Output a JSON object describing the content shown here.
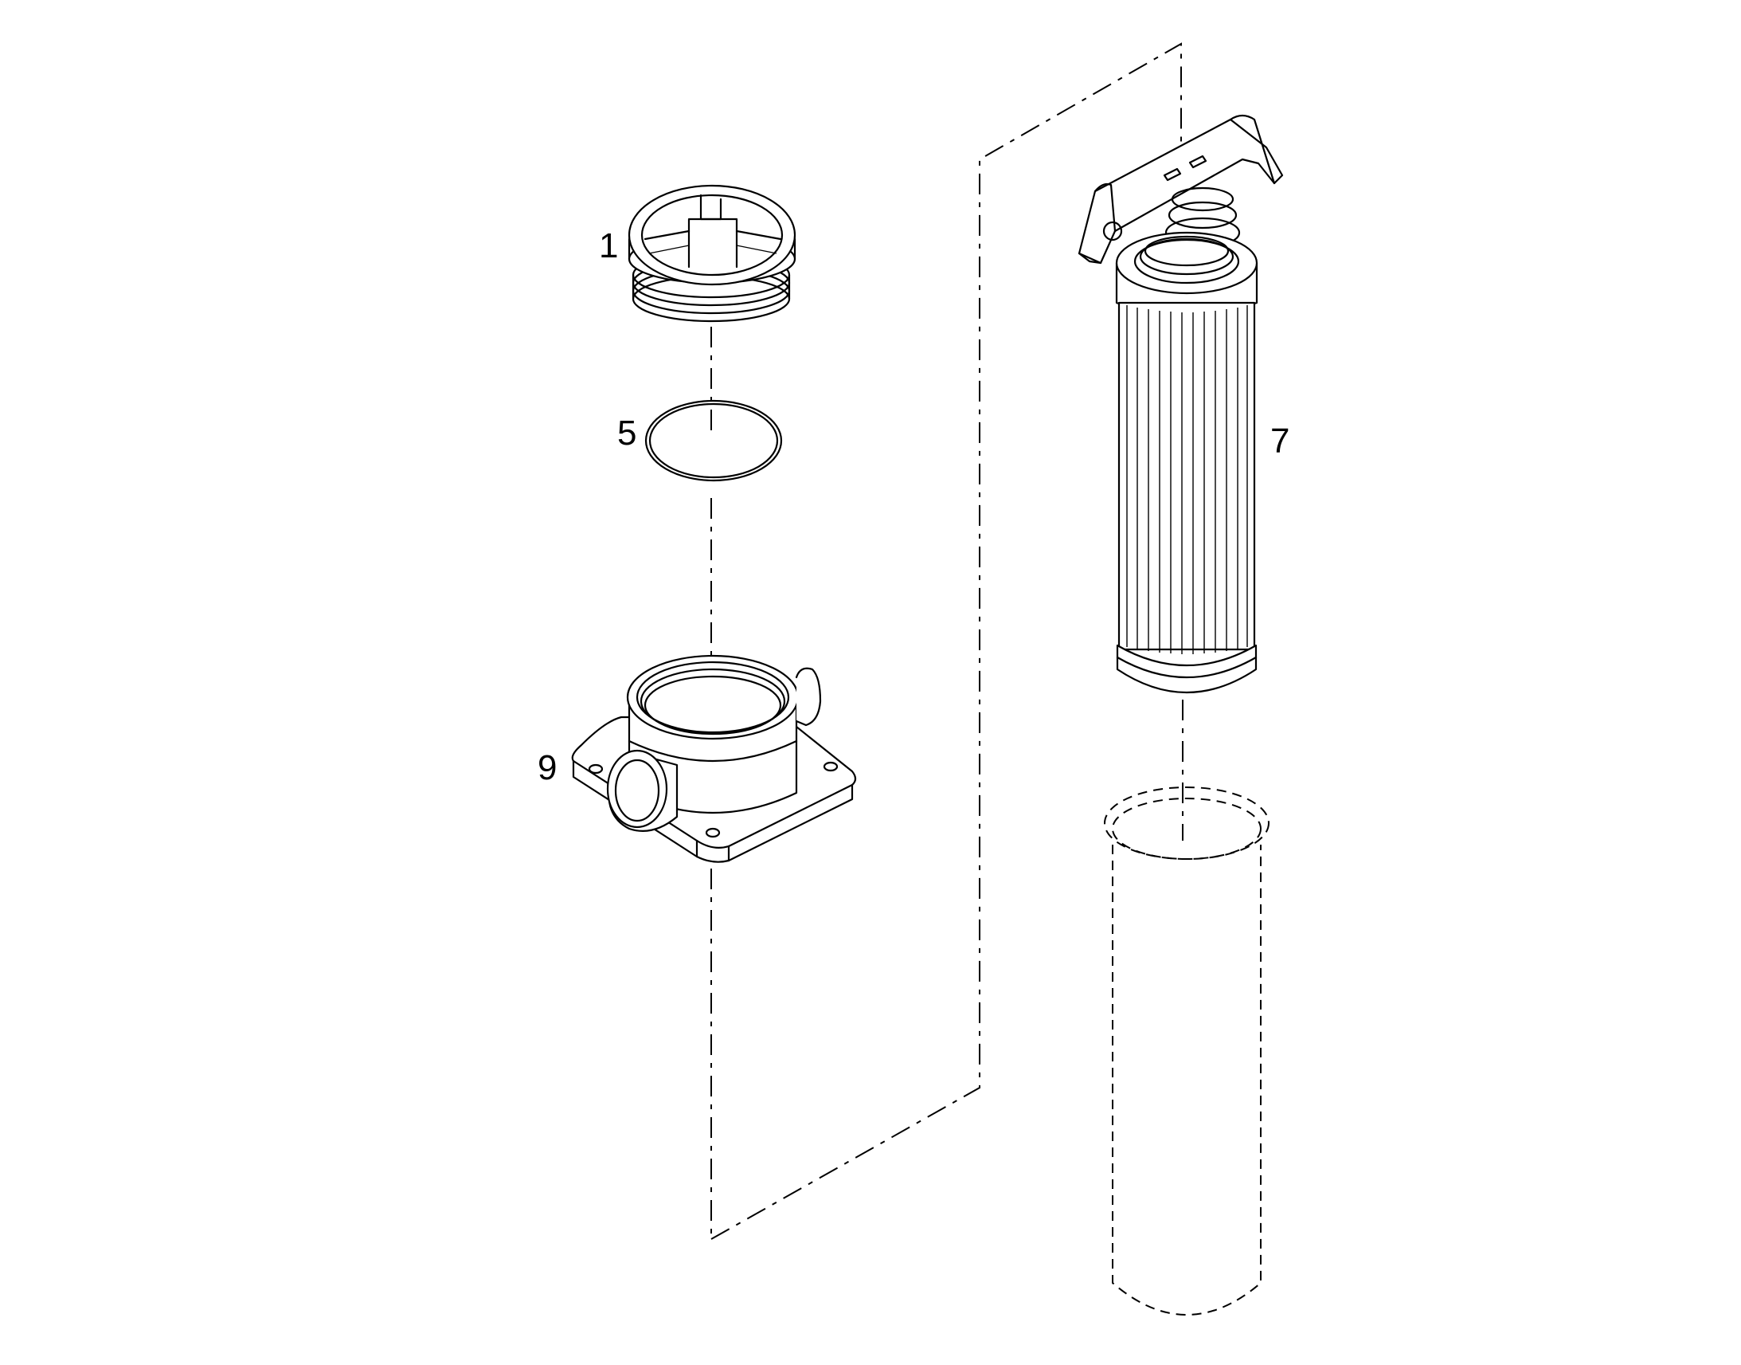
{
  "labels": {
    "part_1": "1",
    "part_5": "5",
    "part_7": "7",
    "part_9": "9"
  },
  "parts": [
    {
      "number": "1",
      "item": "cap"
    },
    {
      "number": "5",
      "item": "o-ring"
    },
    {
      "number": "7",
      "item": "filter-element"
    },
    {
      "number": "9",
      "item": "housing-head"
    }
  ],
  "style": {
    "line_color": "#000000",
    "background": "#ffffff"
  }
}
